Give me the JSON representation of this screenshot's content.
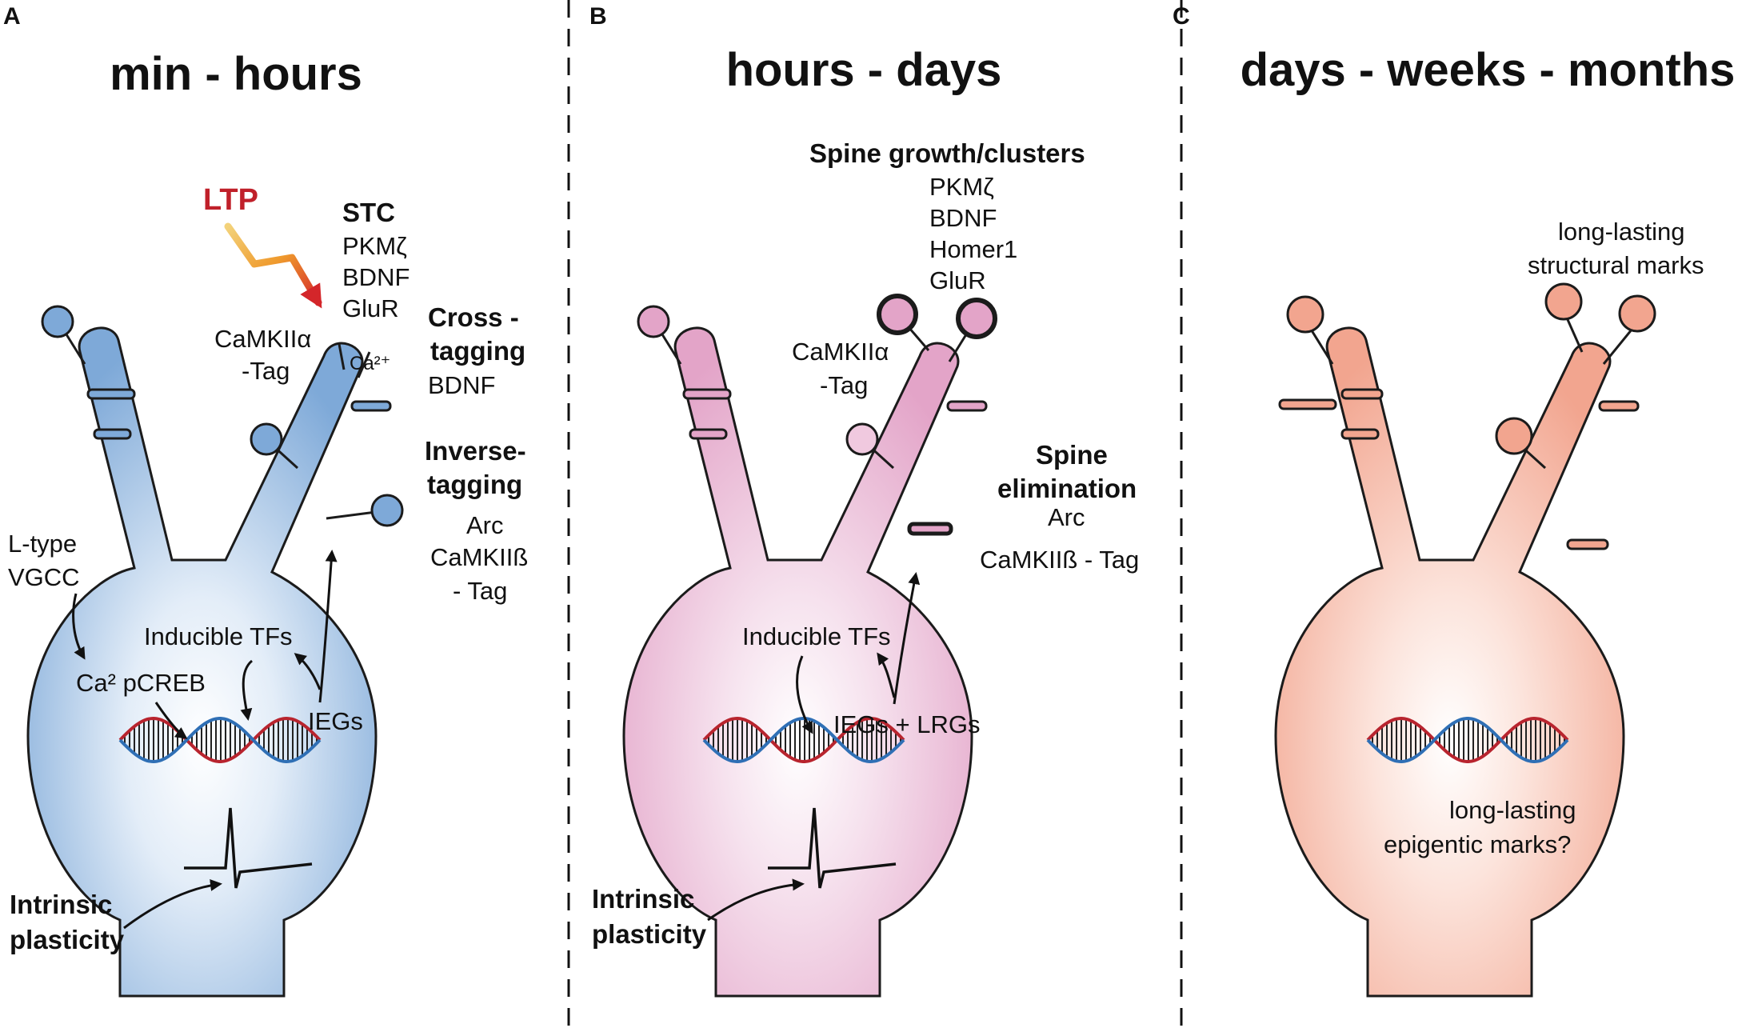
{
  "panels": [
    {
      "letter": "A",
      "title": "min - hours"
    },
    {
      "letter": "B",
      "title": "hours - days"
    },
    {
      "letter": "C",
      "title": "days - weeks - months"
    }
  ],
  "panel_a": {
    "ltp": "LTP",
    "stc_title": "STC",
    "stc_items": [
      "PKMζ",
      "BDNF",
      "GluR"
    ],
    "camkii_tag": [
      "CaMKIIα",
      "-Tag"
    ],
    "ca": "Ca²⁺",
    "cross_tagging": [
      "Cross -",
      "tagging"
    ],
    "cross_item": "BDNF",
    "inverse_tagging": [
      "Inverse-",
      "tagging"
    ],
    "inverse_items": [
      "Arc",
      "CaMKIIß",
      "- Tag"
    ],
    "ltype": [
      "L-type",
      "VGCC"
    ],
    "inducible": "Inducible TFs",
    "ca_pcreb": "Ca² pCREB",
    "iegs": "IEGs",
    "intrinsic": [
      "Intrinsic",
      "plasticity"
    ]
  },
  "panel_b": {
    "spine_title": "Spine growth/clusters",
    "spine_items": [
      "PKMζ",
      "BDNF",
      "Homer1",
      "GluR"
    ],
    "camkii_tag": [
      "CaMKIIα",
      "-Tag"
    ],
    "elim_title": [
      "Spine",
      "elimination"
    ],
    "elim_items": [
      "Arc",
      "CaMKIIß - Tag"
    ],
    "inducible": "Inducible TFs",
    "iegs_lrgs": "IEGs + LRGs",
    "intrinsic": [
      "Intrinsic",
      "plasticity"
    ]
  },
  "panel_c": {
    "structural": [
      "long-lasting",
      "structural marks"
    ],
    "epigenetic": [
      "long-lasting",
      "epigentic marks?"
    ]
  },
  "colors": {
    "blue": "#7ea9d8",
    "pink": "#e3a4c8",
    "salmon": "#f2a58f",
    "ltp_red": "#c0202a",
    "dna_red": "#b8242e",
    "dna_blue": "#2f6fb5"
  }
}
